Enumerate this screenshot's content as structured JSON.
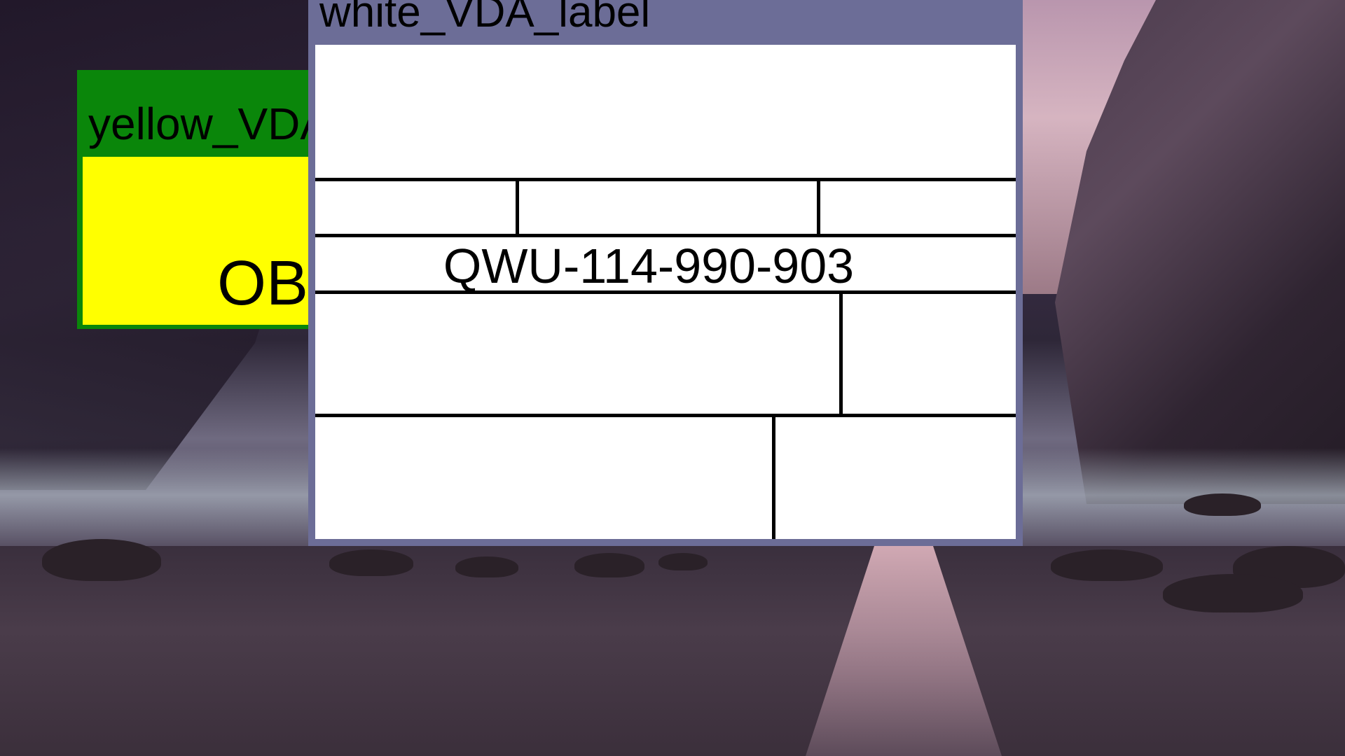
{
  "windows": {
    "yellow": {
      "title": "yellow_VDA_label",
      "content": "OB",
      "frame_color": "#0a860a",
      "body_color": "#ffff00"
    },
    "white": {
      "title": "white_VDA_label",
      "code": "QWU-114-990-903",
      "frame_color": "#6c6d97",
      "body_color": "#ffffff"
    }
  },
  "wallpaper": {
    "scene": "misty beach with cliffs at dusk"
  }
}
